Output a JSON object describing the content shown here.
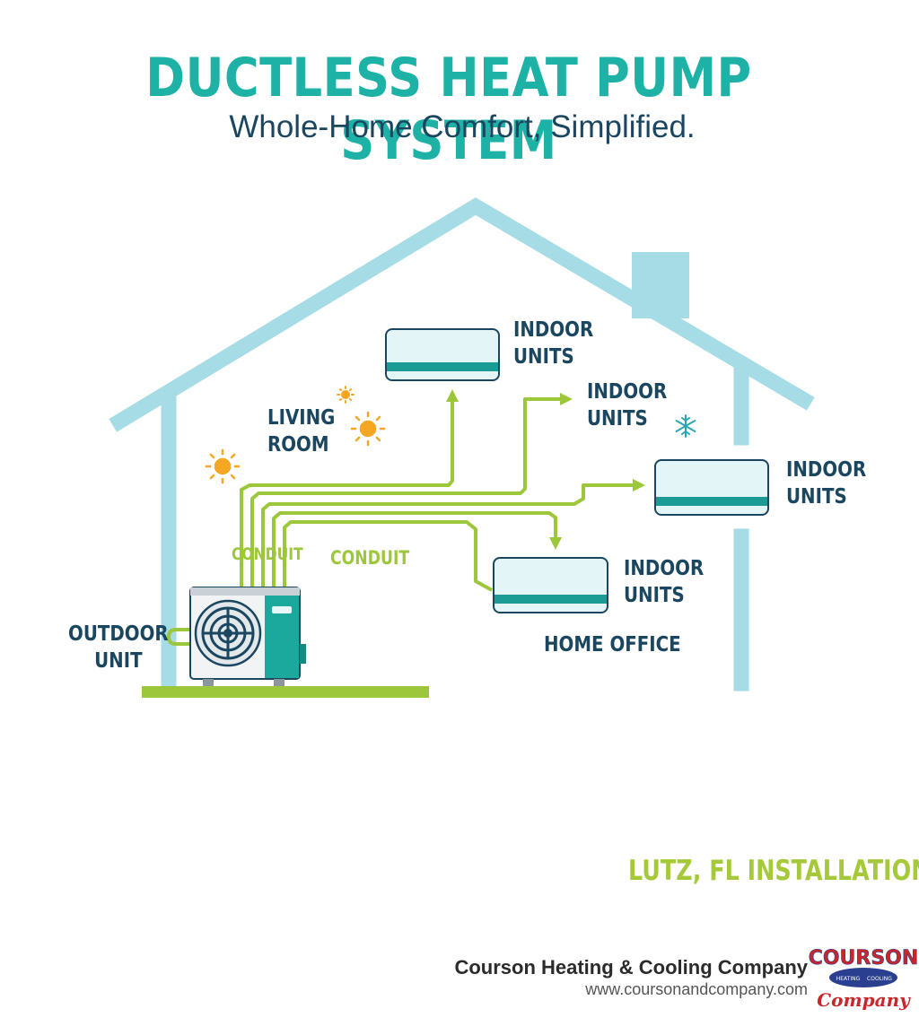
{
  "header": {
    "title": "DUCTLESS HEAT PUMP SYSTEM",
    "subtitle": "Whole-Home Comfort, Simplified."
  },
  "diagram": {
    "indoor_unit_labels": [
      [
        "INDOOR",
        "UNITS"
      ],
      [
        "INDOOR",
        "UNITS"
      ],
      [
        "INDOOR",
        "UNITS"
      ],
      [
        "INDOOR",
        "UNITS"
      ]
    ],
    "room_labels": {
      "living_room": [
        "LIVING",
        "ROOM"
      ],
      "home_office": "HOME OFFICE"
    },
    "conduit_labels": [
      "CONDUIT",
      "CONDUIT"
    ],
    "outdoor_unit_label": [
      "OUTDOOR",
      "UNIT"
    ],
    "icons": [
      "sun-icon",
      "sun-icon",
      "sun-icon",
      "snowflake-icon"
    ]
  },
  "location": "LUTZ, FL INSTALLATION",
  "company": {
    "name": "Courson Heating & Cooling Company",
    "url": "www.coursonandcompany.com",
    "logo_text": [
      "COURSON",
      "HEATING",
      "COOLING",
      "Company"
    ]
  },
  "colors": {
    "title": "#1eb2a6",
    "subtitle": "#1a4660",
    "house_outline": "#a6dce6",
    "conduit": "#9dc73b",
    "unit_stripe": "#1a9b93",
    "unit_body": "#e3f5f6",
    "sun": "#f5a623",
    "snowflake": "#2aa6b3",
    "logo_red": "#c8262b",
    "logo_blue": "#2a3f8f"
  }
}
